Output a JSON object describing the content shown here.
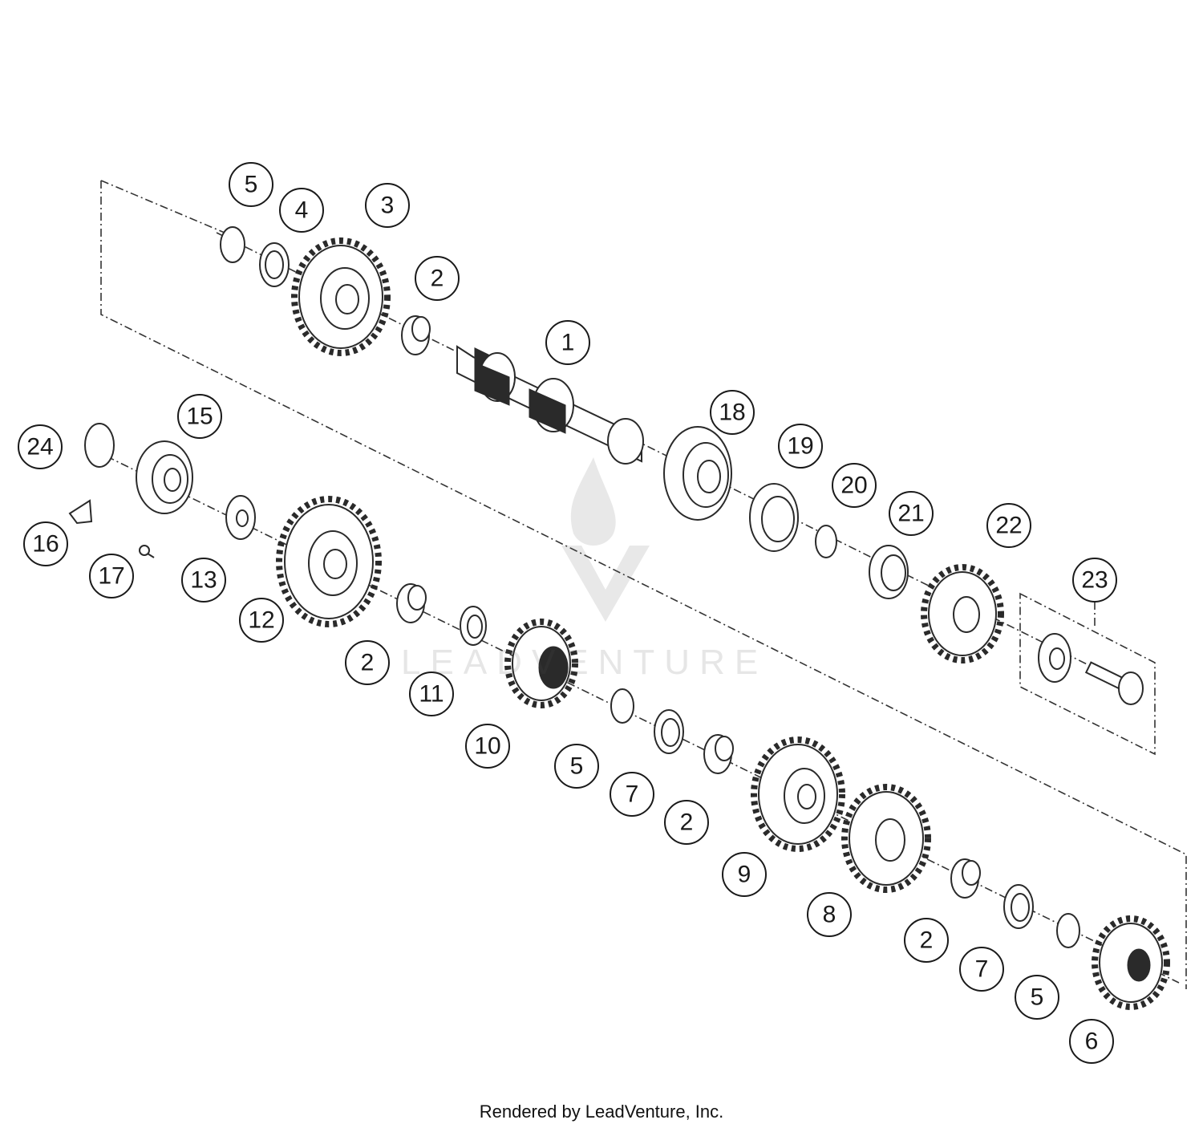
{
  "diagram": {
    "callouts": [
      "5",
      "4",
      "3",
      "2",
      "1",
      "18",
      "19",
      "20",
      "21",
      "22",
      "23",
      "24",
      "15",
      "16",
      "17",
      "13",
      "12",
      "2",
      "11",
      "10",
      "5",
      "7",
      "2",
      "9",
      "8",
      "2",
      "7",
      "5",
      "6"
    ],
    "watermark": "LEADVENTURE"
  },
  "footer": {
    "credit": "Rendered by LeadVenture, Inc."
  },
  "colors": {
    "line": "#2a2a2a",
    "background": "#ffffff"
  }
}
